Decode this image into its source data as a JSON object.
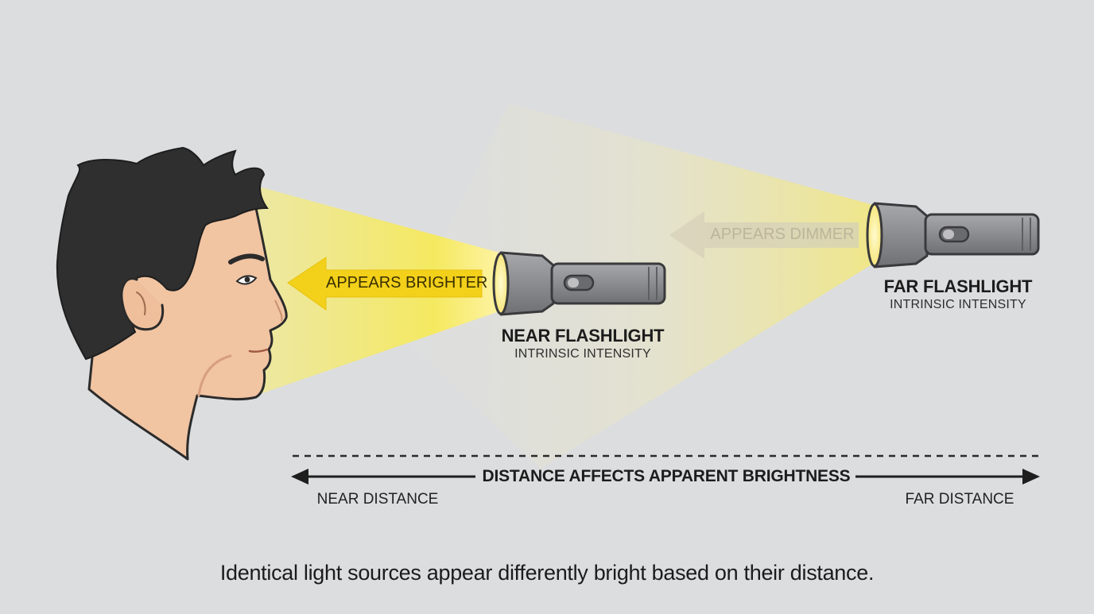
{
  "near_flashlight": {
    "title": "NEAR FLASHLIGHT",
    "subtitle": "INTRINSIC INTENSITY",
    "arrow_label": "APPEARS BRIGHTER"
  },
  "far_flashlight": {
    "title": "FAR FLASHLIGHT",
    "subtitle": "INTRINSIC INTENSITY",
    "arrow_label": "APPEARS DIMMER"
  },
  "distance_bar": {
    "label": "DISTANCE AFFECTS APPARENT BRIGHTNESS",
    "near_label": "NEAR DISTANCE",
    "far_label": "FAR DISTANCE"
  },
  "caption": "Identical light sources appear differently bright based on their distance.",
  "colors": {
    "background": "#dcdddf",
    "beam": "#f7ea52",
    "arrow_bright": "#f2cf10",
    "arrow_dim": "#d8d0b4",
    "flashlight_body": "#8c8d90",
    "hair": "#2b2b2b",
    "skin": "#f1c4a2"
  },
  "icons": [
    "person-head-profile",
    "flashlight-icon",
    "flashlight-icon",
    "double-arrow-icon"
  ]
}
